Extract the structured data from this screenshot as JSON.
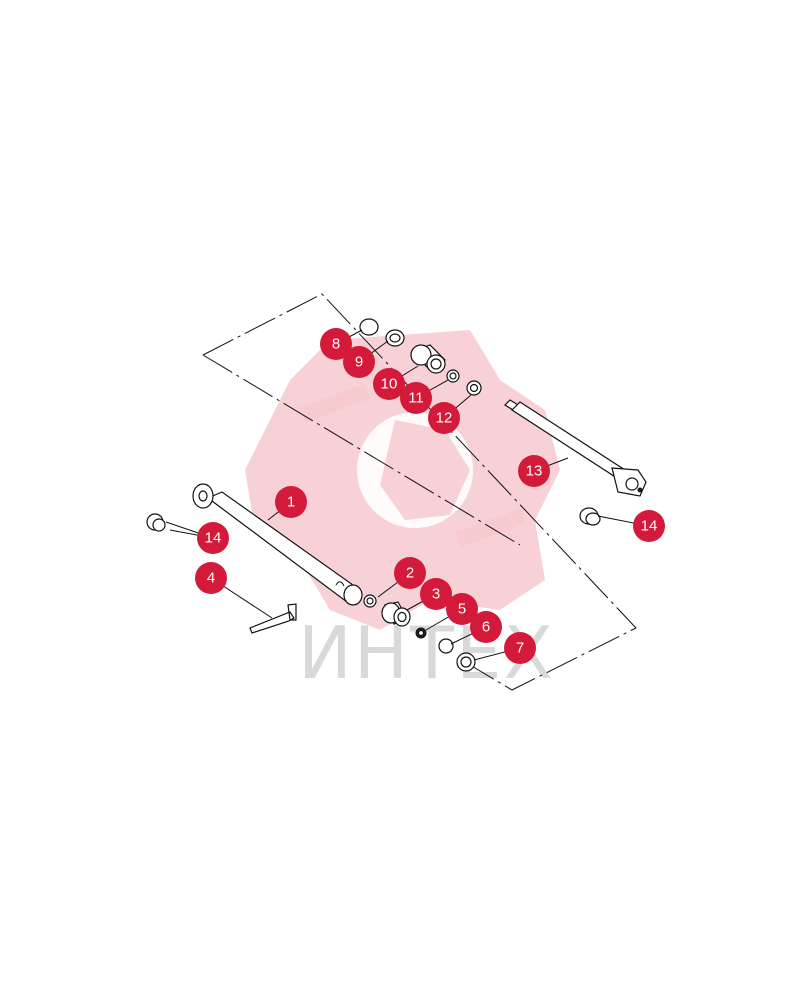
{
  "watermark": {
    "text": "ИНТЕХ",
    "color": "#f7c9cf"
  },
  "callout_color": "#d41a3a",
  "callouts": [
    {
      "label": "1",
      "part": "cylinder-barrel"
    },
    {
      "label": "2",
      "part": "nut"
    },
    {
      "label": "3",
      "part": "gland"
    },
    {
      "label": "4",
      "part": "hex-key"
    },
    {
      "label": "5",
      "part": "seal"
    },
    {
      "label": "6",
      "part": "o-ring"
    },
    {
      "label": "7",
      "part": "wiper-seal"
    },
    {
      "label": "8",
      "part": "o-ring"
    },
    {
      "label": "9",
      "part": "backup-ring"
    },
    {
      "label": "10",
      "part": "piston"
    },
    {
      "label": "11",
      "part": "seal"
    },
    {
      "label": "12",
      "part": "seal"
    },
    {
      "label": "13",
      "part": "piston-rod"
    },
    {
      "label": "14",
      "part": "bushing"
    },
    {
      "label": "14",
      "part": "bushing"
    }
  ]
}
